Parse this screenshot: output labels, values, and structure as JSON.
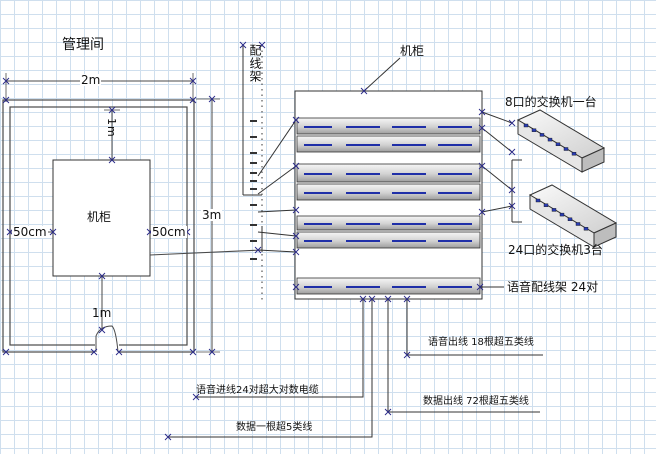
{
  "room": {
    "title": "管理间",
    "width_label": "2m",
    "height_label": "3m",
    "top_gap_label": "1m",
    "bottom_gap_label": "1m",
    "left_gap_label": "50cm",
    "right_gap_label": "50cm",
    "cabinet_label": "机柜"
  },
  "rack": {
    "patch_frame_label": "配线架",
    "cabinet_label": "机柜",
    "switch8_label": "8口的交换机一台",
    "switch24_label": "24口的交换机3台",
    "voice_patch_label": "语音配线架 24对"
  },
  "cables": {
    "voice_out": "语音出线 18根超五类线",
    "data_out": "数据出线 72根超五类线",
    "voice_in": "语音进线24对超大对数电缆",
    "data_in": "数据一根超5类线"
  },
  "colors": {
    "line": "#4a4a4a",
    "handle": "#1f2fa8",
    "panel_top": "#f4f4f4",
    "panel_bottom": "#9a9a9a"
  }
}
